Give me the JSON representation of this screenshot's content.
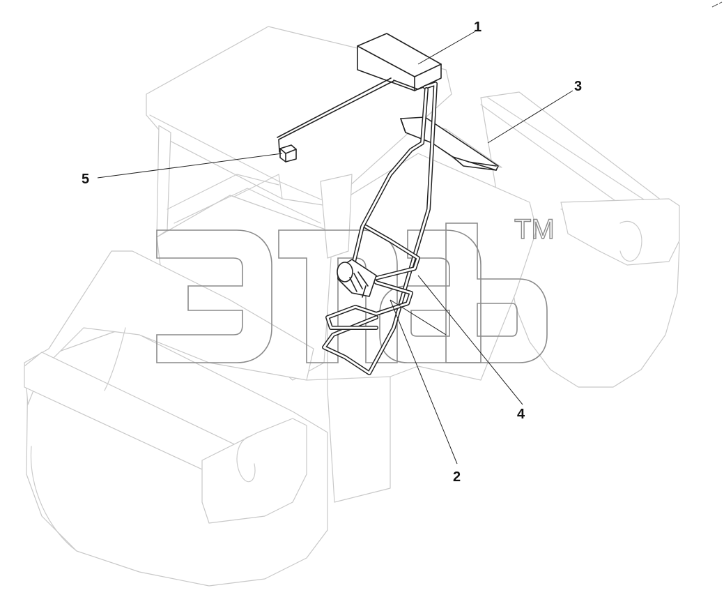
{
  "callouts": [
    {
      "id": "1",
      "label": "1"
    },
    {
      "id": "2",
      "label": "2"
    },
    {
      "id": "3",
      "label": "3"
    },
    {
      "id": "4",
      "label": "4"
    },
    {
      "id": "5",
      "label": "5"
    }
  ],
  "watermark": {
    "tm": "TM"
  }
}
